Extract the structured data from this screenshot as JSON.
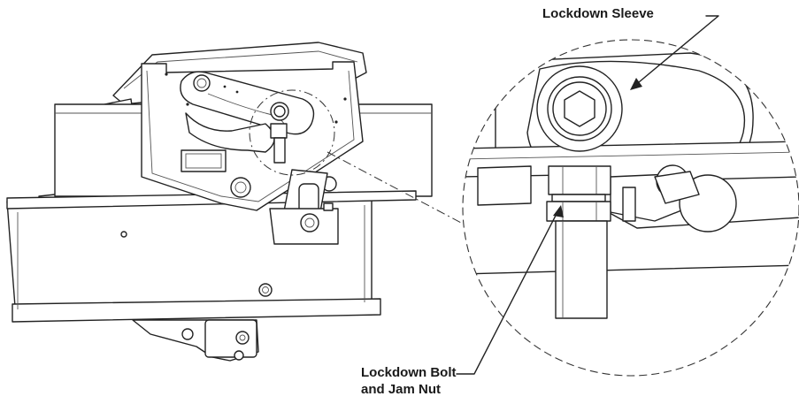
{
  "callouts": {
    "lockdown_sleeve": "Lockdown Sleeve",
    "lockdown_bolt_line1": "Lockdown Bolt",
    "lockdown_bolt_line2": "and Jam Nut"
  }
}
